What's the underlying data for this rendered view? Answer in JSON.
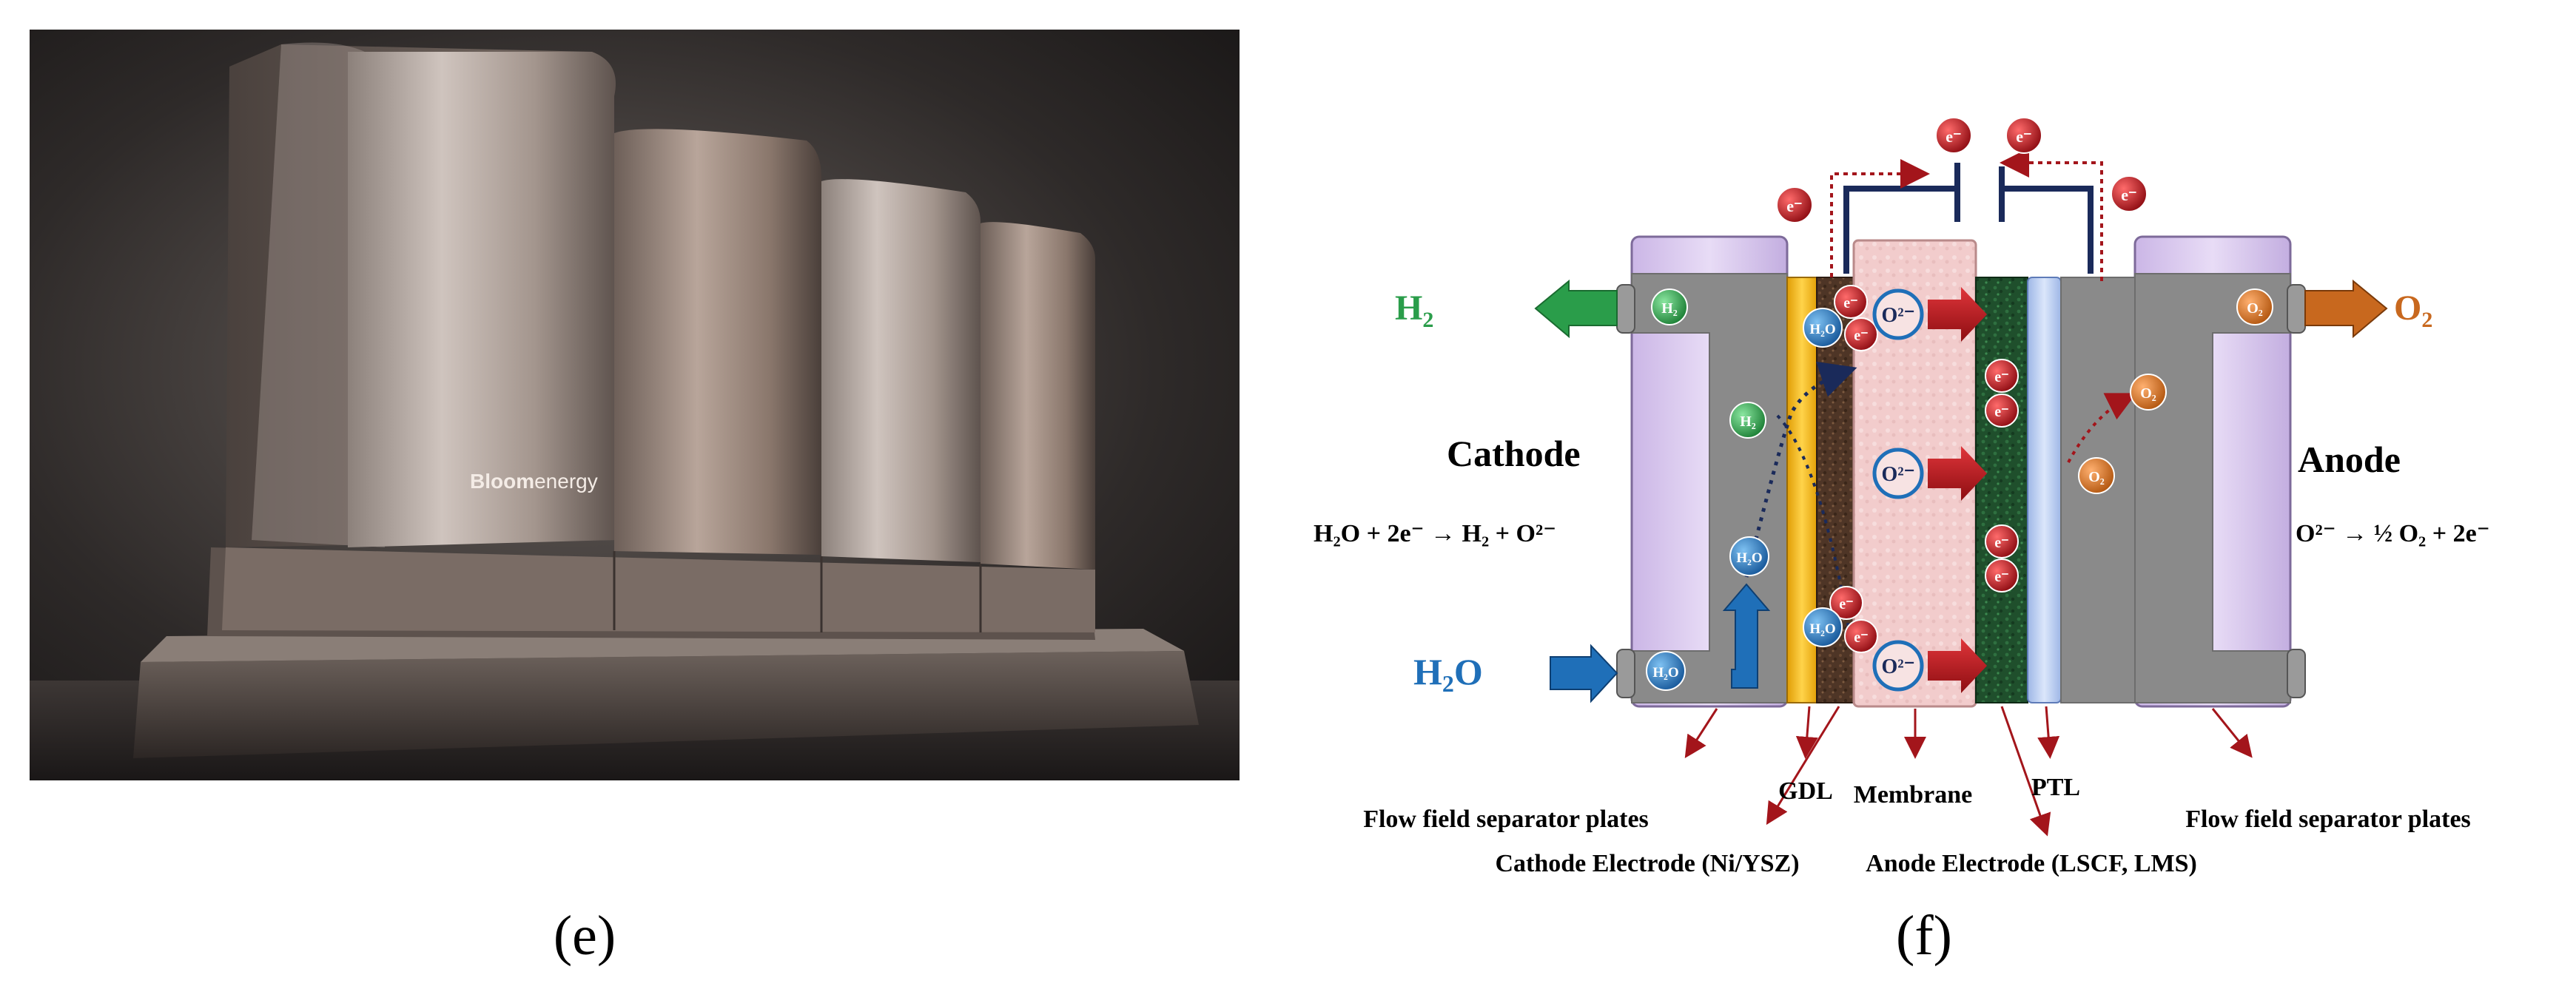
{
  "panel_e": {
    "caption": "(e)",
    "logo_text_bold": "Bloom",
    "logo_text_light": "energy"
  },
  "panel_f": {
    "caption": "(f)",
    "labels": {
      "cathode": "Cathode",
      "anode": "Anode",
      "h2_out": "H",
      "h2_out_sub": "2",
      "o2_out": "O",
      "o2_out_sub": "2",
      "h2o_in": "H",
      "h2o_in_sub": "2",
      "h2o_in_tail": "O"
    },
    "equations": {
      "cathode": "H₂O + 2e⁻ → H₂ + O²⁻",
      "anode": "O²⁻ → ½ O₂ + 2e⁻"
    },
    "bubbles": {
      "electron": "e⁻",
      "oxide": "O²⁻",
      "water": "H₂O",
      "hydrogen": "H₂",
      "oxygen": "O₂"
    },
    "components": {
      "gdl": "GDL",
      "membrane": "Membrane",
      "ptl": "PTL",
      "flow_left": "Flow field separator plates",
      "flow_right": "Flow field separator plates",
      "cathode_electrode": "Cathode Electrode (Ni/YSZ)",
      "anode_electrode": "Anode Electrode (LSCF, LMS)"
    },
    "colors": {
      "hydrogen_green": "#2a9d4a",
      "water_blue": "#1f6fb8",
      "oxygen_orange": "#c8681e",
      "electron_red": "#b5121b",
      "circuit_navy": "#1a2a5a",
      "gdl_yellow": "#f2b90f",
      "membrane_pink": "#f2cccc",
      "ptl_blue": "#b8cdf0",
      "plate_lavender": "#d9c7ef"
    }
  }
}
